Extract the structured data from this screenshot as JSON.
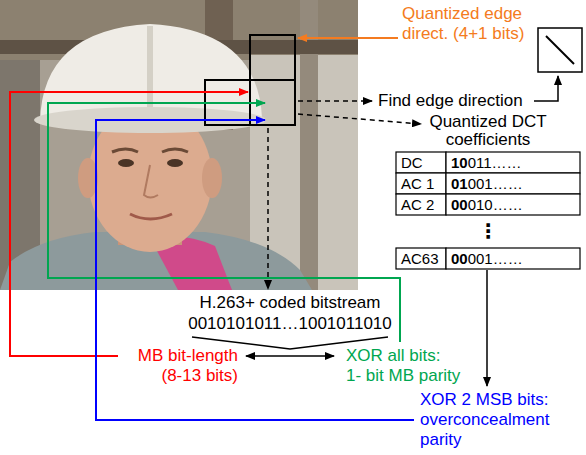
{
  "diagram": {
    "labels": [
      "Quantized edge direct. (4+1 bits)",
      "Find edge direction",
      "Quantized DCT coefficients",
      "DC",
      "10011……",
      "AC 1",
      "01001……",
      "AC 2",
      "00010……",
      "⋮",
      "AC63",
      "00001……",
      "H.263+ coded bitstream",
      "0010101011…1001011010",
      "MB bit-length (8-13 bits)",
      "XOR all bits: 1- bit MB parity",
      "XOR 2 MSB bits: overconcealment parity"
    ]
  }
}
